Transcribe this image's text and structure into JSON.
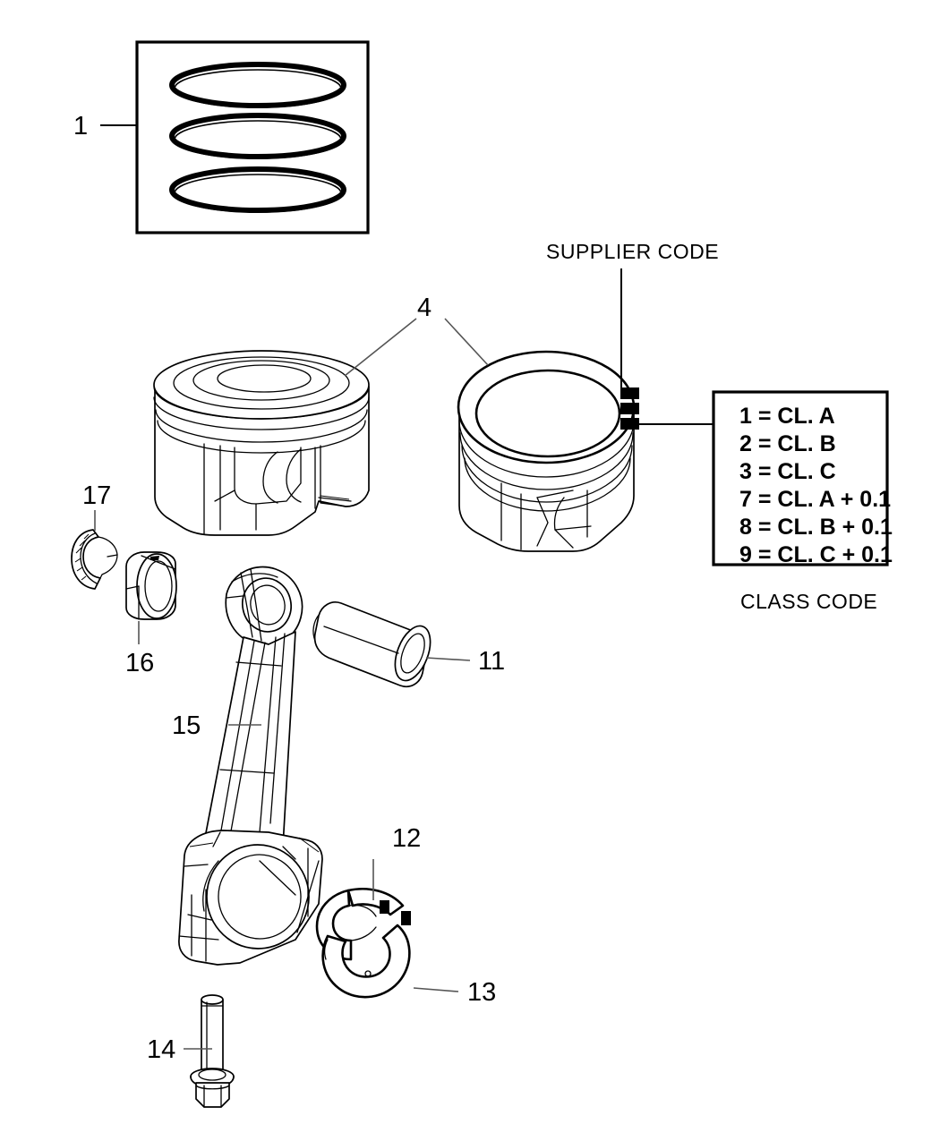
{
  "diagram": {
    "title": "Engine Piston and Connecting Rod Assembly Parts Diagram",
    "background_color": "#ffffff",
    "line_color": "#000000",
    "leader_color": "#555555"
  },
  "labels": {
    "supplier_code": "SUPPLIER CODE",
    "class_code_caption": "CLASS CODE"
  },
  "class_code_box": {
    "rows": [
      "1 = CL. A",
      "2 = CL. B",
      "3 = CL. C",
      "7 = CL. A + 0.1",
      "8 = CL. B + 0.1",
      "9 = CL. C + 0.1"
    ]
  },
  "callouts": [
    {
      "number": "1",
      "part": "piston-ring-set"
    },
    {
      "number": "4",
      "part": "piston"
    },
    {
      "number": "11",
      "part": "piston-pin"
    },
    {
      "number": "12",
      "part": "bearing-upper-half"
    },
    {
      "number": "13",
      "part": "bearing-lower-half"
    },
    {
      "number": "14",
      "part": "connecting-rod-bolt"
    },
    {
      "number": "15",
      "part": "connecting-rod"
    },
    {
      "number": "16",
      "part": "bushing"
    },
    {
      "number": "17",
      "part": "snap-ring"
    }
  ],
  "supplier_marks": {
    "count": 3,
    "color": "#000000"
  }
}
